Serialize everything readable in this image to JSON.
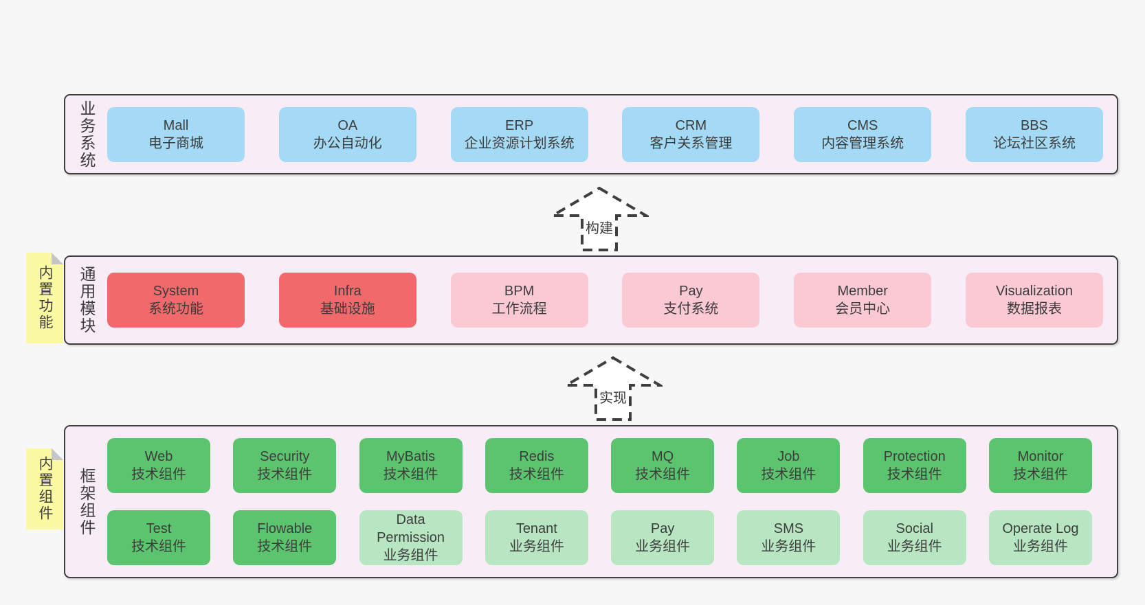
{
  "page": {
    "background": "#f7f7f7"
  },
  "colors": {
    "band_bg": "#f8edf6",
    "band_border": "#3f3f3f",
    "blue": "#a4daf5",
    "red": "#f2696c",
    "pink": "#fbc9d4",
    "green": "#5cc46e",
    "lightgreen": "#b9e6c2",
    "sticky": "#fcf9a3",
    "sticky_fold": "#c6c6c6",
    "text": "#3d3d3d"
  },
  "bands": [
    {
      "id": "business",
      "label": "业务系统",
      "rows": [
        [
          {
            "title": "Mall",
            "subtitle": "电子商城",
            "variant": "blue"
          },
          {
            "title": "OA",
            "subtitle": "办公自动化",
            "variant": "blue"
          },
          {
            "title": "ERP",
            "subtitle": "企业资源计划系统",
            "variant": "blue"
          },
          {
            "title": "CRM",
            "subtitle": "客户关系管理",
            "variant": "blue"
          },
          {
            "title": "CMS",
            "subtitle": "内容管理系统",
            "variant": "blue"
          },
          {
            "title": "BBS",
            "subtitle": "论坛社区系统",
            "variant": "blue"
          }
        ]
      ]
    },
    {
      "id": "modules",
      "label": "通用模块",
      "sticky": "内置功能",
      "rows": [
        [
          {
            "title": "System",
            "subtitle": "系统功能",
            "variant": "red"
          },
          {
            "title": "Infra",
            "subtitle": "基础设施",
            "variant": "red"
          },
          {
            "title": "BPM",
            "subtitle": "工作流程",
            "variant": "pink"
          },
          {
            "title": "Pay",
            "subtitle": "支付系统",
            "variant": "pink"
          },
          {
            "title": "Member",
            "subtitle": "会员中心",
            "variant": "pink"
          },
          {
            "title": "Visualization",
            "subtitle": "数据报表",
            "variant": "pink"
          }
        ]
      ]
    },
    {
      "id": "framework",
      "label": "框架组件",
      "sticky": "内置组件",
      "rows": [
        [
          {
            "title": "Web",
            "subtitle": "技术组件",
            "variant": "green"
          },
          {
            "title": "Security",
            "subtitle": "技术组件",
            "variant": "green"
          },
          {
            "title": "MyBatis",
            "subtitle": "技术组件",
            "variant": "green"
          },
          {
            "title": "Redis",
            "subtitle": "技术组件",
            "variant": "green"
          },
          {
            "title": "MQ",
            "subtitle": "技术组件",
            "variant": "green"
          },
          {
            "title": "Job",
            "subtitle": "技术组件",
            "variant": "green"
          },
          {
            "title": "Protection",
            "subtitle": "技术组件",
            "variant": "green"
          },
          {
            "title": "Monitor",
            "subtitle": "技术组件",
            "variant": "green"
          }
        ],
        [
          {
            "title": "Test",
            "subtitle": "技术组件",
            "variant": "green"
          },
          {
            "title": "Flowable",
            "subtitle": "技术组件",
            "variant": "green"
          },
          {
            "title": "Data Permission",
            "subtitle": "业务组件",
            "variant": "lightgreen"
          },
          {
            "title": "Tenant",
            "subtitle": "业务组件",
            "variant": "lightgreen"
          },
          {
            "title": "Pay",
            "subtitle": "业务组件",
            "variant": "lightgreen"
          },
          {
            "title": "SMS",
            "subtitle": "业务组件",
            "variant": "lightgreen"
          },
          {
            "title": "Social",
            "subtitle": "业务组件",
            "variant": "lightgreen"
          },
          {
            "title": "Operate Log",
            "subtitle": "业务组件",
            "variant": "lightgreen"
          }
        ]
      ]
    }
  ],
  "arrows": [
    {
      "label": "构建"
    },
    {
      "label": "实现"
    }
  ]
}
